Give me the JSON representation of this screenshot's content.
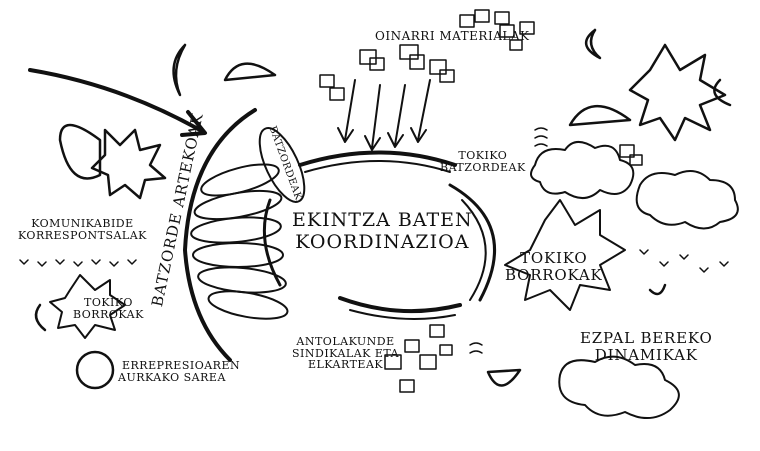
{
  "labels": {
    "center": [
      "EKINTZA BATEN",
      "KOORDINAZIOA"
    ],
    "oinarri": "OINARRI MATERIALAK",
    "batzorde_artekoak": "BATZORDE ARTEKOAK",
    "batzordeak": "BATZORDEAK",
    "tokiko_batzordeak": [
      "TOKIKO",
      "BATZORDEAK"
    ],
    "tokiko_borrokak_right": [
      "TOKIKO",
      "BORROKAK"
    ],
    "tokiko_borrokak_left": [
      "TOKIKO",
      "BORROKAK"
    ],
    "komunikabide": [
      "KOMUNIKABIDE",
      "KORRESPONTSALAK"
    ],
    "antolakunde": [
      "ANTOLAKUNDE",
      "SINDIKALAK ETA",
      "ELKARTEAK"
    ],
    "ezpal": [
      "EZPAL BEREKO",
      "DINAMIKAK"
    ],
    "errepresioaren": [
      "ERREPRESIOAREN",
      "AURKAKO SAREA"
    ]
  }
}
